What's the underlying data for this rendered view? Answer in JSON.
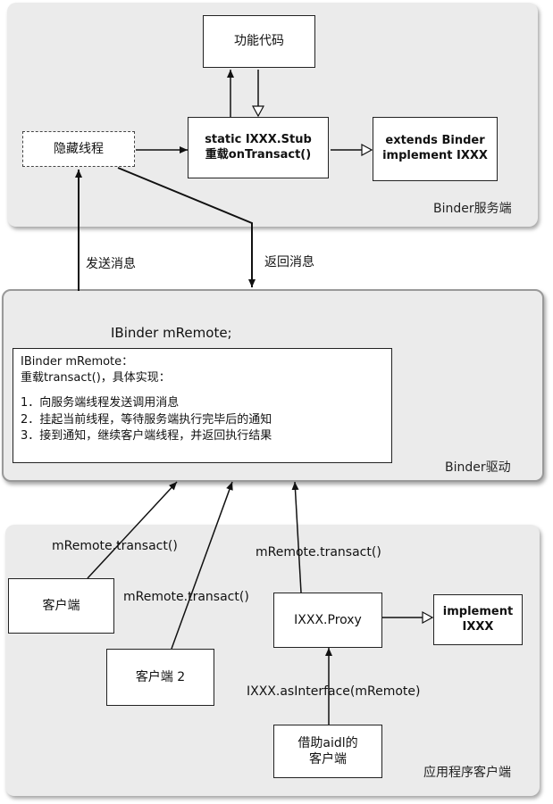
{
  "server": {
    "label": "Binder服务端",
    "function_code": "功能代码",
    "hidden_thread": "隐藏线程",
    "stub_line1": "static IXXX.Stub",
    "stub_line2": "重载onTransact()",
    "extends_line1": "extends Binder",
    "extends_line2": "implement IXXX"
  },
  "flow": {
    "send_message": "发送消息",
    "return_message": "返回消息"
  },
  "driver": {
    "label": "Binder驱动",
    "ibinder_field": "IBinder mRemote;",
    "note_line1": "IBinder mRemote：",
    "note_line2": "重载transact()，具体实现：",
    "note_line3": "1．向服务端线程发送调用消息",
    "note_line4": "2．挂起当前线程，等待服务端执行完毕后的通知",
    "note_line5": "3．接到通知，继续客户端线程，并返回执行结果"
  },
  "client": {
    "label": "应用程序客户端",
    "client1": "客户端",
    "client2": "客户端 2",
    "transact1": "mRemote.transact()",
    "transact2": "mRemote.transact()",
    "transact3": "mRemote.transact()",
    "proxy": "IXXX.Proxy",
    "implement_line1": "implement",
    "implement_line2": "IXXX",
    "as_interface": "IXXX.asInterface(mRemote)",
    "aidl_line1": "借助aidl的",
    "aidl_line2": "客户端"
  }
}
